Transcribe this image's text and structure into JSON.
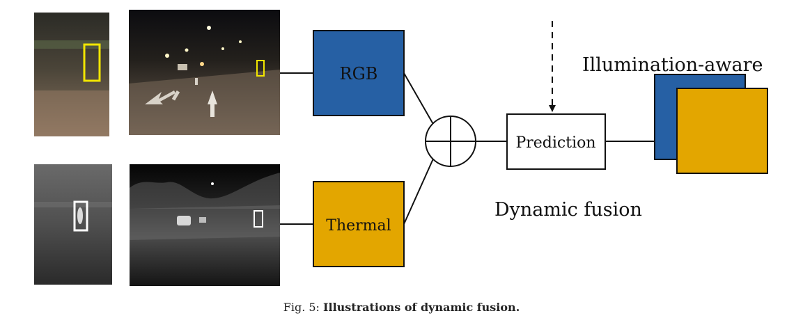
{
  "blocks": {
    "rgb_label": "RGB",
    "thermal_label": "Thermal",
    "prediction_label": "Prediction"
  },
  "annotations": {
    "illumination": "Illumination-aware",
    "dynamic_fusion": "Dynamic fusion"
  },
  "caption": {
    "prefix": "Fig. 5: ",
    "title": "Illustrations of dynamic fusion."
  },
  "colors": {
    "rgb_block": "#2660a4",
    "thermal_block": "#e3a600",
    "stroke": "#111111",
    "rgb_box": "#f2e600",
    "thermal_box": "#ffffff"
  }
}
